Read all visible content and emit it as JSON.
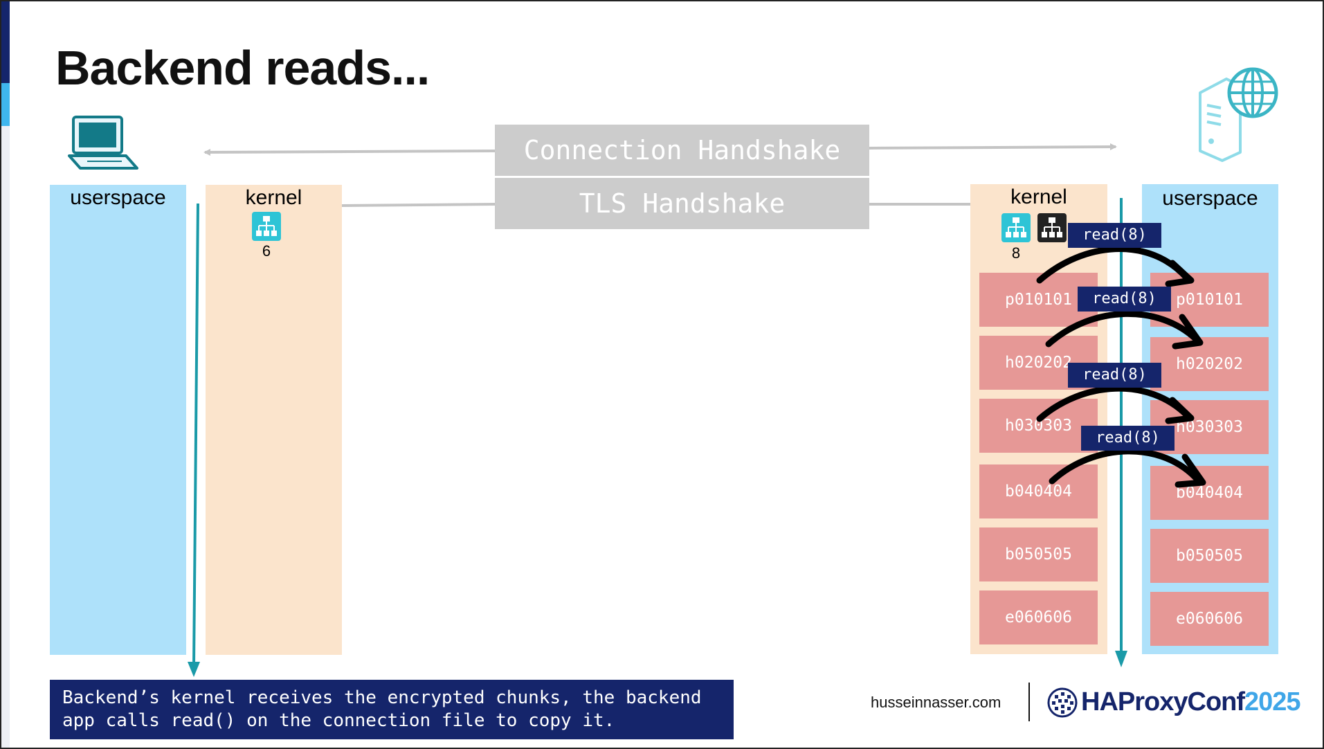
{
  "slide": {
    "title": "Backend reads..."
  },
  "left": {
    "userspace_label": "userspace",
    "kernel_label": "kernel",
    "fd_number": "6"
  },
  "right": {
    "kernel_label": "kernel",
    "userspace_label": "userspace",
    "fd_number": "8",
    "kernel_chunks": [
      "p010101",
      "h020202",
      "h030303",
      "b040404",
      "b050505",
      "e060606"
    ],
    "user_chunks": [
      "p010101",
      "h020202",
      "h030303",
      "b040404",
      "b050505",
      "e060606"
    ],
    "read_calls": [
      "read(8)",
      "read(8)",
      "read(8)",
      "read(8)"
    ]
  },
  "handshakes": {
    "connection": "Connection Handshake",
    "tls": "TLS Handshake"
  },
  "caption": "Backend’s kernel receives the encrypted chunks, the backend\napp calls read() on the connection file to copy it.",
  "footer": {
    "site": "husseinnasser.com",
    "brand": "HAProxyConf",
    "year": "2025"
  },
  "colors": {
    "navy": "#15256b",
    "teal": "#1a9aa8",
    "userspace_blue": "#aee1fa",
    "kernel_peach": "#fbe4cc",
    "chunk_red": "#e69896",
    "handshake_gray": "#cccccc"
  },
  "icons": [
    "laptop-icon",
    "server-globe-icon",
    "network-fd-icon",
    "network-fd-icon-dark"
  ]
}
